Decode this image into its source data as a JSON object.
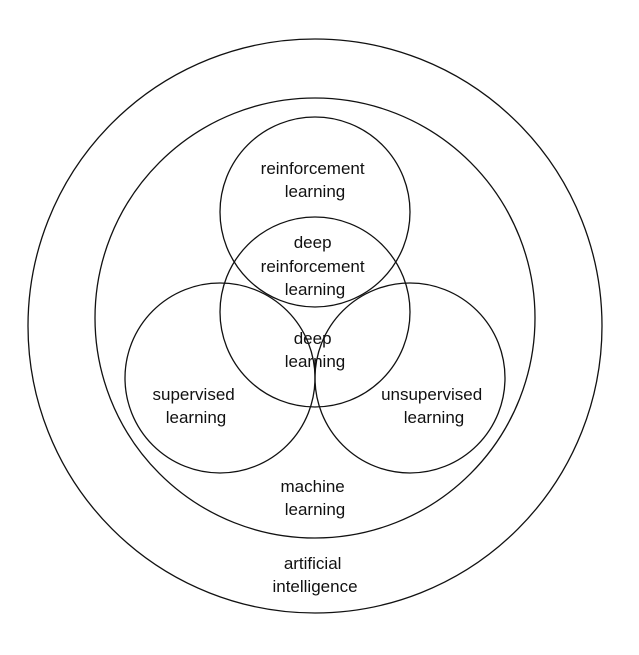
{
  "labels": {
    "artificial_intelligence": [
      "artificial",
      "intelligence"
    ],
    "machine_learning": [
      "machine",
      "learning"
    ],
    "reinforcement_learning": [
      "reinforcement",
      "learning"
    ],
    "deep_reinforcement_learning": [
      "deep",
      "reinforcement",
      "learning"
    ],
    "deep_learning": [
      "deep",
      "learning"
    ],
    "supervised_learning": [
      "supervised",
      "learning"
    ],
    "unsupervised_learning": [
      "unsupervised",
      "learning"
    ]
  },
  "colors": {
    "stroke": "#111111",
    "background": "#ffffff"
  }
}
